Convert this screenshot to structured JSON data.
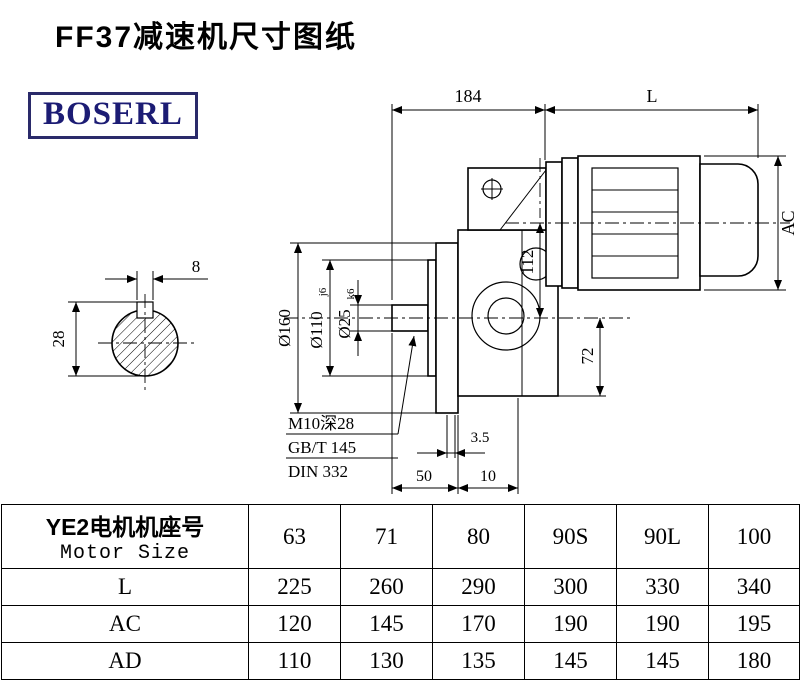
{
  "page": {
    "title": "FF37减速机尺寸图纸",
    "logo_text": "BOSERL"
  },
  "drawing": {
    "dim_184": "184",
    "dim_L": "L",
    "dim_AC": "AC",
    "dia_160": "Ø160",
    "dia_110": "Ø110",
    "tol_110": "j6",
    "dia_25": "Ø25",
    "tol_25": "k6",
    "dim_112": "112",
    "dim_72": "72",
    "key_width": "8",
    "key_depth": "28",
    "note_m10": "M10深28",
    "note_gbt": "GB/T 145",
    "note_din": "DIN 332",
    "dim_3_5": "3.5",
    "dim_50": "50",
    "dim_10": "10"
  },
  "table": {
    "row_header_cn": "YE2电机机座号",
    "row_header_en": "Motor Size",
    "motor_sizes": [
      "63",
      "71",
      "80",
      "90S",
      "90L",
      "100"
    ],
    "rows": [
      {
        "label": "L",
        "values": [
          "225",
          "260",
          "290",
          "300",
          "330",
          "340"
        ]
      },
      {
        "label": "AC",
        "values": [
          "120",
          "145",
          "170",
          "190",
          "190",
          "195"
        ]
      },
      {
        "label": "AD",
        "values": [
          "110",
          "130",
          "135",
          "145",
          "145",
          "180"
        ]
      }
    ]
  }
}
